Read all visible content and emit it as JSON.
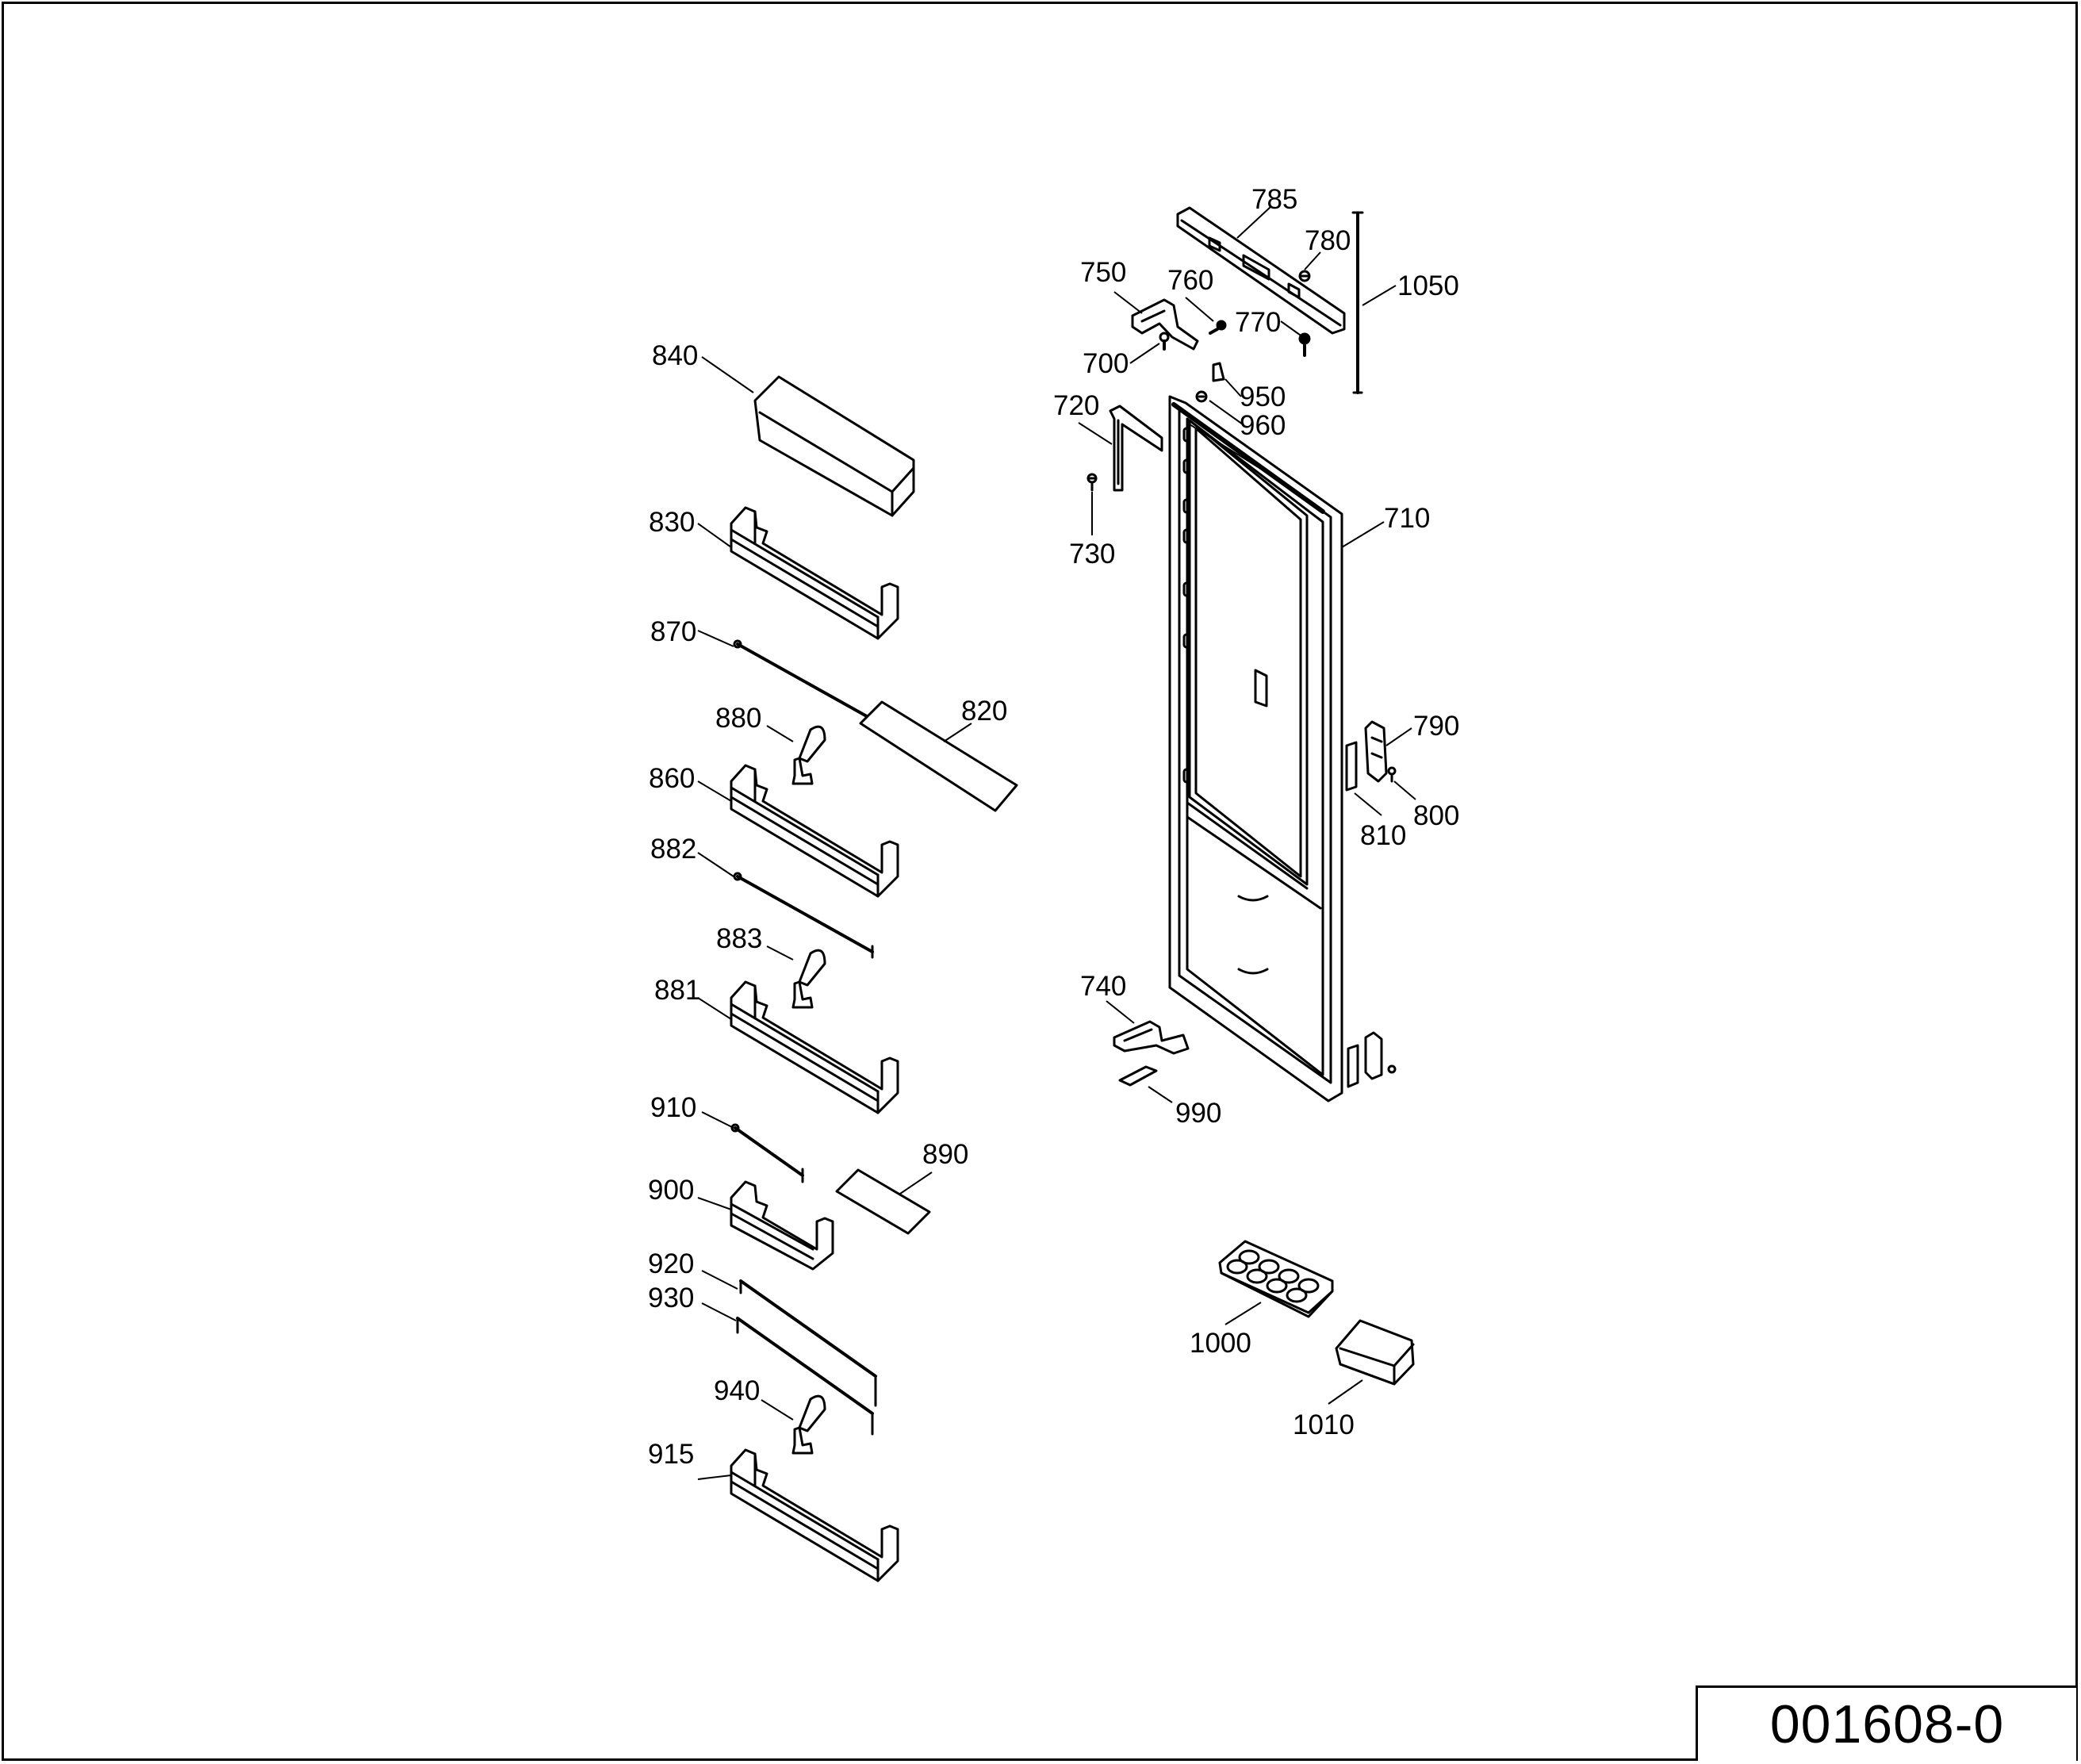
{
  "document_number": "001608-0",
  "part_labels": [
    {
      "id": "785",
      "text": "785"
    },
    {
      "id": "780",
      "text": "780"
    },
    {
      "id": "1050",
      "text": "1050"
    },
    {
      "id": "750",
      "text": "750"
    },
    {
      "id": "760",
      "text": "760"
    },
    {
      "id": "770",
      "text": "770"
    },
    {
      "id": "700",
      "text": "700"
    },
    {
      "id": "950",
      "text": "950"
    },
    {
      "id": "960",
      "text": "960"
    },
    {
      "id": "720",
      "text": "720"
    },
    {
      "id": "730",
      "text": "730"
    },
    {
      "id": "710",
      "text": "710"
    },
    {
      "id": "840",
      "text": "840"
    },
    {
      "id": "830",
      "text": "830"
    },
    {
      "id": "870",
      "text": "870"
    },
    {
      "id": "820",
      "text": "820"
    },
    {
      "id": "880",
      "text": "880"
    },
    {
      "id": "860",
      "text": "860"
    },
    {
      "id": "790",
      "text": "790"
    },
    {
      "id": "800",
      "text": "800"
    },
    {
      "id": "810",
      "text": "810"
    },
    {
      "id": "882",
      "text": "882"
    },
    {
      "id": "883",
      "text": "883"
    },
    {
      "id": "881",
      "text": "881"
    },
    {
      "id": "740",
      "text": "740"
    },
    {
      "id": "990",
      "text": "990"
    },
    {
      "id": "910",
      "text": "910"
    },
    {
      "id": "890",
      "text": "890"
    },
    {
      "id": "900",
      "text": "900"
    },
    {
      "id": "920",
      "text": "920"
    },
    {
      "id": "930",
      "text": "930"
    },
    {
      "id": "1000",
      "text": "1000"
    },
    {
      "id": "940",
      "text": "940"
    },
    {
      "id": "1010",
      "text": "1010"
    },
    {
      "id": "915",
      "text": "915"
    }
  ]
}
